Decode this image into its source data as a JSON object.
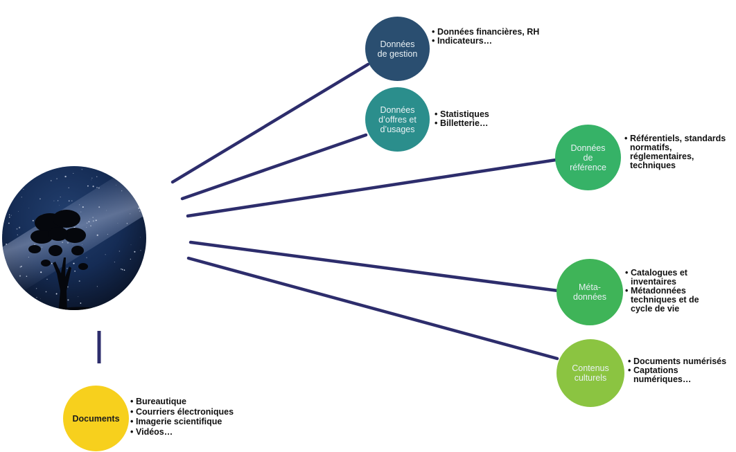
{
  "diagram": {
    "center": {
      "icon": "night-sky-tree-icon",
      "colors": {
        "sky_top": "#152c55",
        "sky_bottom": "#0a1326",
        "silhouette": "#05070c",
        "milky_way": "#7f90b4"
      }
    },
    "connector_color": "#2d2d6c",
    "nodes": [
      {
        "id": "donnees-de-gestion",
        "label": "Données\nde gestion",
        "color": "#2a4e70",
        "items": [
          "Données financières, RH",
          "Indicateurs…"
        ]
      },
      {
        "id": "donnees-offres-usages",
        "label": "Données\nd’offres et\nd’usages",
        "color": "#2b8e8c",
        "items": [
          "Statistiques",
          "Billetterie…"
        ]
      },
      {
        "id": "donnees-de-reference",
        "label": "Données\nde\nréférence",
        "color": "#36b267",
        "items": [
          "Référentiels, standards normatifs, réglementaires, techniques"
        ]
      },
      {
        "id": "metadonnees",
        "label": "Méta-\ndonnées",
        "color": "#3fb458",
        "items": [
          "Catalogues et inventaires",
          "Métadonnées techniques et de cycle de vie"
        ]
      },
      {
        "id": "contenus-culturels",
        "label": "Contenus\nculturels",
        "color": "#8bc441",
        "items": [
          "Documents numérisés",
          "Captations numériques…"
        ]
      },
      {
        "id": "documents",
        "label": "Documents",
        "color": "#f7d01d",
        "items": [
          "Bureautique",
          "Courriers électroniques",
          "Imagerie scientifique",
          "Vidéos…"
        ]
      }
    ]
  }
}
